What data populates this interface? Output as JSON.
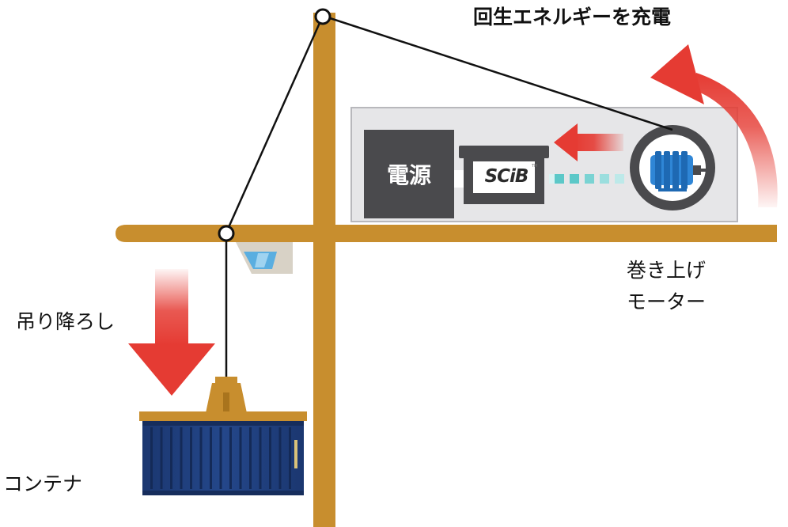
{
  "labels": {
    "regen_charge": "回生エネルギーを充電",
    "hoist_motor_line1": "巻き上げ",
    "hoist_motor_line2": "モーター",
    "lowering": "吊り降ろし",
    "container": "コンテナ",
    "power_source": "電源",
    "battery_brand": "SCiB",
    "battery_tm": "TM"
  },
  "colors": {
    "crane": "#c88e2e",
    "cable": "#111111",
    "panel": "#e6e6e8",
    "panel_border": "#b8b8bc",
    "power_box": "#4a4a4d",
    "battery_body": "#4a4a4d",
    "motor_ring": "#4a4a4d",
    "motor_body": "#2f86d6",
    "energy_arrow": "#e53b33",
    "connector": "#5cc8c8",
    "container": "#1f3f7a",
    "cab_glass": "#5aaee0"
  },
  "icons": [
    "motor-icon",
    "battery-icon",
    "pulley-icon",
    "hook-icon",
    "cab-icon"
  ]
}
